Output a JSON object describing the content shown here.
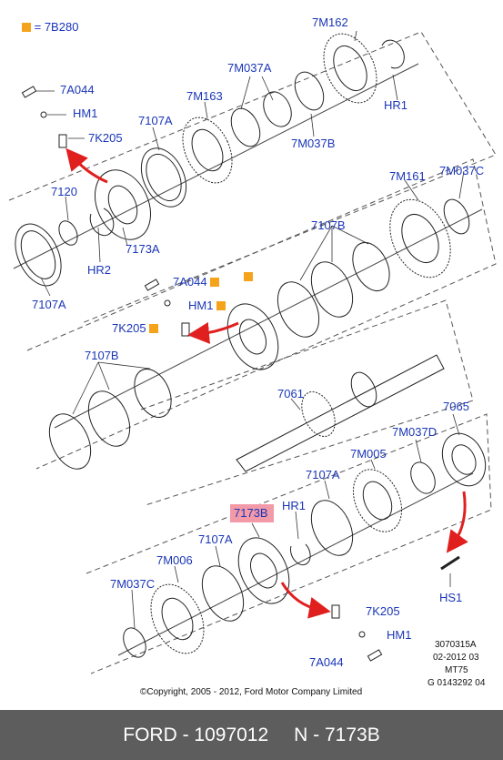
{
  "legend": {
    "marker_color": "#f5a31a",
    "text": "= 7B280"
  },
  "labels": {
    "7M162_top": "7M162",
    "7M037A": "7M037A",
    "7A044_top": "7A044",
    "HM1_top": "HM1",
    "7M163": "7M163",
    "HR1_top": "HR1",
    "7107A_top": "7107A",
    "7K205_top": "7K205",
    "7M037B": "7M037B",
    "7120": "7120",
    "7M161": "7M161",
    "7M037C_right": "7M037C",
    "7107B_mid": "7107B",
    "HR2": "HR2",
    "7173A": "7173A",
    "7107A_left": "7107A",
    "7A044_mid": "7A044",
    "HM1_mid": "HM1",
    "7K205_mid": "7K205",
    "7107B_low": "7107B",
    "7061": "7061",
    "7065": "7065",
    "7M037D": "7M037D",
    "7M005": "7M005",
    "7107A_low": "7107A",
    "HR1_low": "HR1",
    "7173B": "7173B",
    "7107A_bottom": "7107A",
    "7M006": "7M006",
    "7M037C_left": "7M037C",
    "HS1": "HS1",
    "7K205_bottom": "7K205",
    "HM1_bottom": "HM1",
    "7A044_bottom": "7A044"
  },
  "ref_block": [
    "3070315A",
    "02-2012 03",
    "MT75",
    "G 0143292 04"
  ],
  "copyright": "©Copyright, 2005 - 2012, Ford Motor Company Limited",
  "footer": {
    "brand_part": "FORD - 1097012",
    "part_number": "N - 7173B"
  },
  "colors": {
    "label_blue": "#1a36b8",
    "arrow_red": "#e0201f",
    "highlight": "#f29aa8",
    "footer_bg": "#5d5d5d",
    "marker": "#f5a31a"
  }
}
